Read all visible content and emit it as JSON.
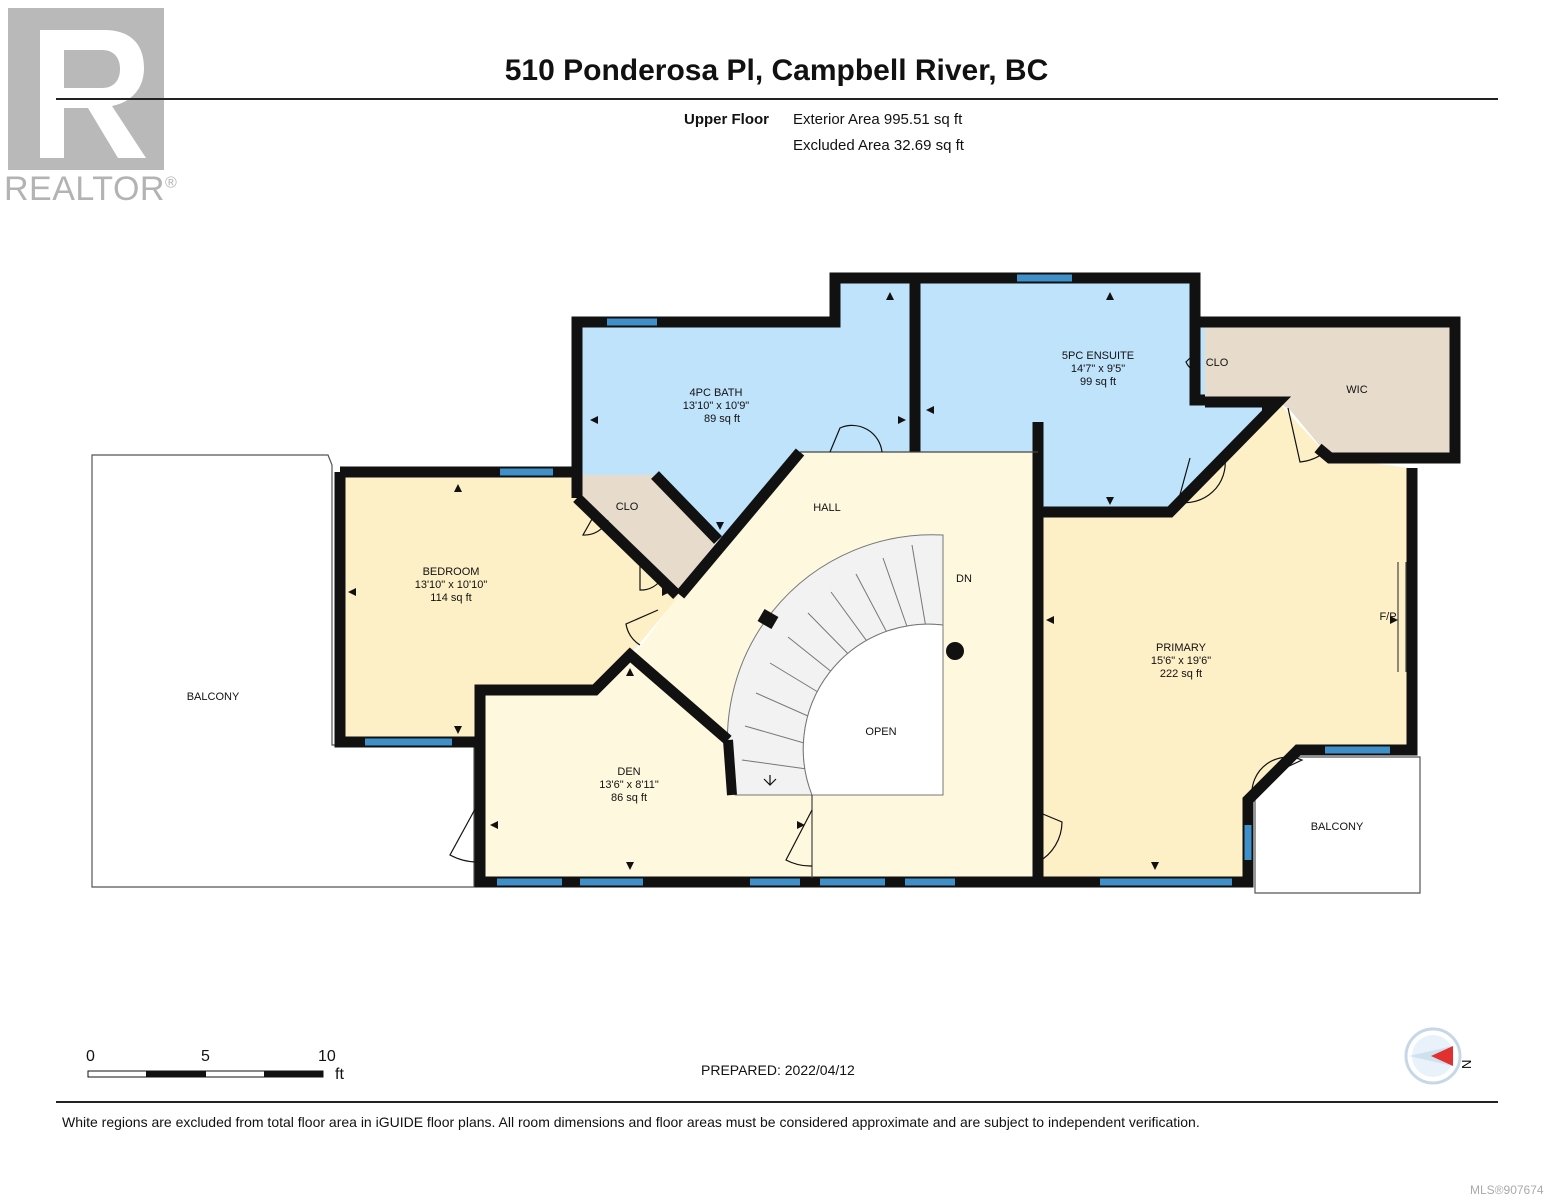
{
  "header": {
    "logo_text": "REALTOR",
    "logo_mark": "®",
    "title": "510 Ponderosa Pl, Campbell River, BC"
  },
  "areas": {
    "floor_label": "Upper Floor",
    "exterior": "Exterior Area 995.51 sq ft",
    "excluded": "Excluded Area 32.69 sq ft"
  },
  "rooms": {
    "bath4": {
      "name": "4PC BATH",
      "dims": "13'10\" x 10'9\"",
      "area": "89 sq ft"
    },
    "ensuite": {
      "name": "5PC ENSUITE",
      "dims": "14'7\" x 9'5\"",
      "area": "99 sq ft"
    },
    "bedroom": {
      "name": "BEDROOM",
      "dims": "13'10\" x 10'10\"",
      "area": "114 sq ft"
    },
    "primary": {
      "name": "PRIMARY",
      "dims": "15'6\" x 19'6\"",
      "area": "222 sq ft"
    },
    "den": {
      "name": "DEN",
      "dims": "13'6\" x 8'11\"",
      "area": "86 sq ft"
    },
    "hall": "HALL",
    "clo1": "CLO",
    "clo2": "CLO",
    "wic": "WIC",
    "dn": "DN",
    "open": "OPEN",
    "fp": "F/P",
    "balcony_left": "BALCONY",
    "balcony_right": "BALCONY"
  },
  "scale": {
    "t0": "0",
    "t5": "5",
    "t10": "10",
    "unit": "ft"
  },
  "compass_letter": "N",
  "prepared": "PREPARED: 2022/04/12",
  "disclaimer": "White regions are excluded from total floor area in iGUIDE floor plans. All room dimensions and floor areas must be considered approximate and are subject to independent verification.",
  "mls": "MLS®907674",
  "colors": {
    "bath": "#bfe3fb",
    "bedroom": "#fdf0c6",
    "hall": "#fef8de",
    "closet": "#e7dccb",
    "wall": "#111111",
    "window": "#3f8fc9",
    "logo": "#b9b9b9"
  }
}
